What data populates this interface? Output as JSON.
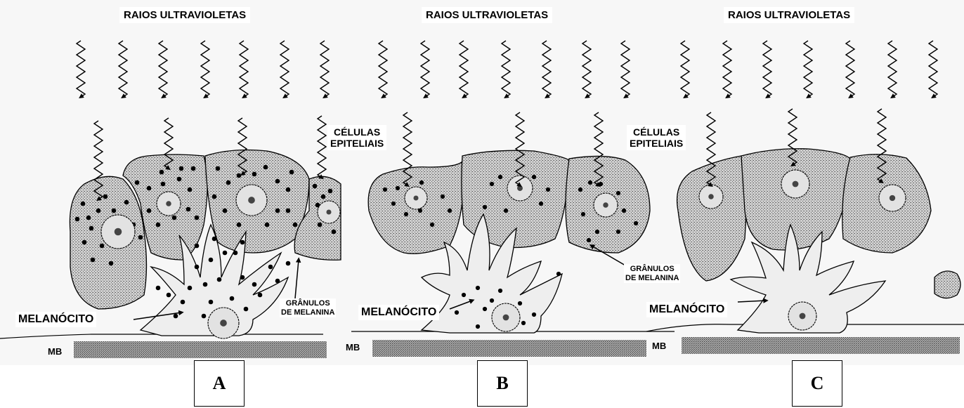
{
  "title_label": "RAIOS ULTRAVIOLETAS",
  "cells_label_line1": "CÉLULAS",
  "cells_label_line2": "EPITELIAIS",
  "melanocyte_label": "MELANÓCITO",
  "granules_label_line1": "GRÂNULOS",
  "granules_label_line2": "DE MELANINA",
  "basement_membrane_label": "MB",
  "panels": [
    {
      "letter": "A"
    },
    {
      "letter": "B"
    },
    {
      "letter": "C"
    }
  ],
  "colors": {
    "background": "#ffffff",
    "cell_fill": "#c8c8c8",
    "outline": "#000000",
    "membrane_fill": "#9a9a9a"
  },
  "icons": [
    "uv-ray-arrow-icon",
    "melanin-granule-icon",
    "nucleus-icon"
  ]
}
